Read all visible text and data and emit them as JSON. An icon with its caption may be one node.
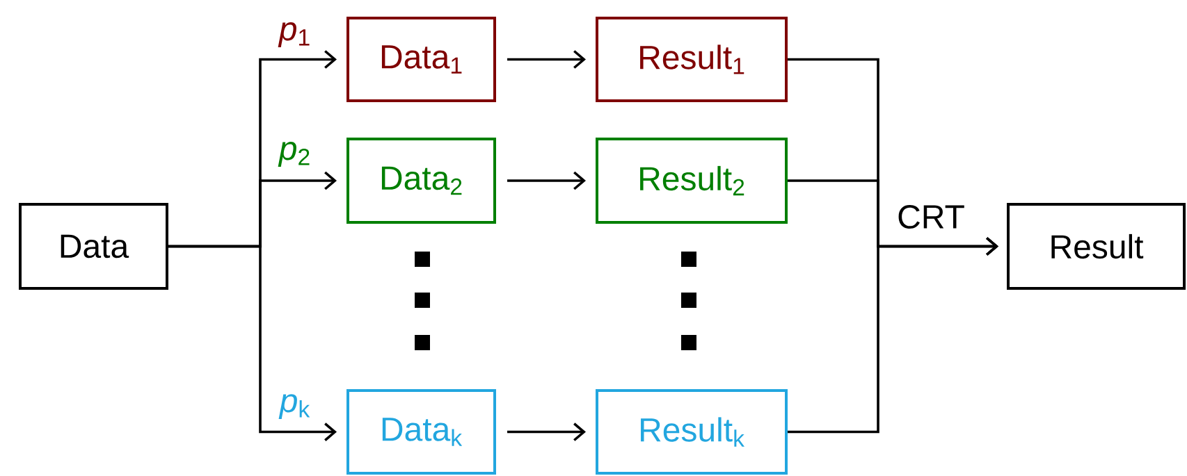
{
  "diagram": {
    "nodes": [
      {
        "text": [
          "Data"
        ]
      },
      {
        "text": [
          "Data$_{1}$"
        ]
      },
      {
        "text": [
          "Result$_{1}$"
        ]
      },
      {
        "text": [
          "Data$_{2}$"
        ]
      },
      {
        "text": [
          "Result$_{2}$"
        ]
      },
      {
        "text": [
          "Data$_{k}$"
        ]
      },
      {
        "text": [
          "Result$_{k}$"
        ]
      },
      {
        "text": [
          "Result"
        ]
      }
    ],
    "edges": [
      {
        "from": 0,
        "to": 1,
        "arrow": "to",
        "label": "*p*$_{1}$"
      },
      {
        "from": 0,
        "to": 3,
        "arrow": "to",
        "label": "*p*$_{2}$"
      },
      {
        "from": 0,
        "to": 5,
        "arrow": "to",
        "label": "*p*$_{k}$"
      },
      {
        "from": 1,
        "to": 2,
        "arrow": "to"
      },
      {
        "from": 3,
        "to": 4,
        "arrow": "to"
      },
      {
        "from": 5,
        "to": 6,
        "arrow": "to"
      },
      {
        "from": 2,
        "to": 7,
        "arrow": "to"
      },
      {
        "from": 4,
        "to": 7,
        "arrow": "to",
        "label": "CRT"
      },
      {
        "from": 6,
        "to": 7,
        "arrow": "to"
      }
    ]
  }
}
